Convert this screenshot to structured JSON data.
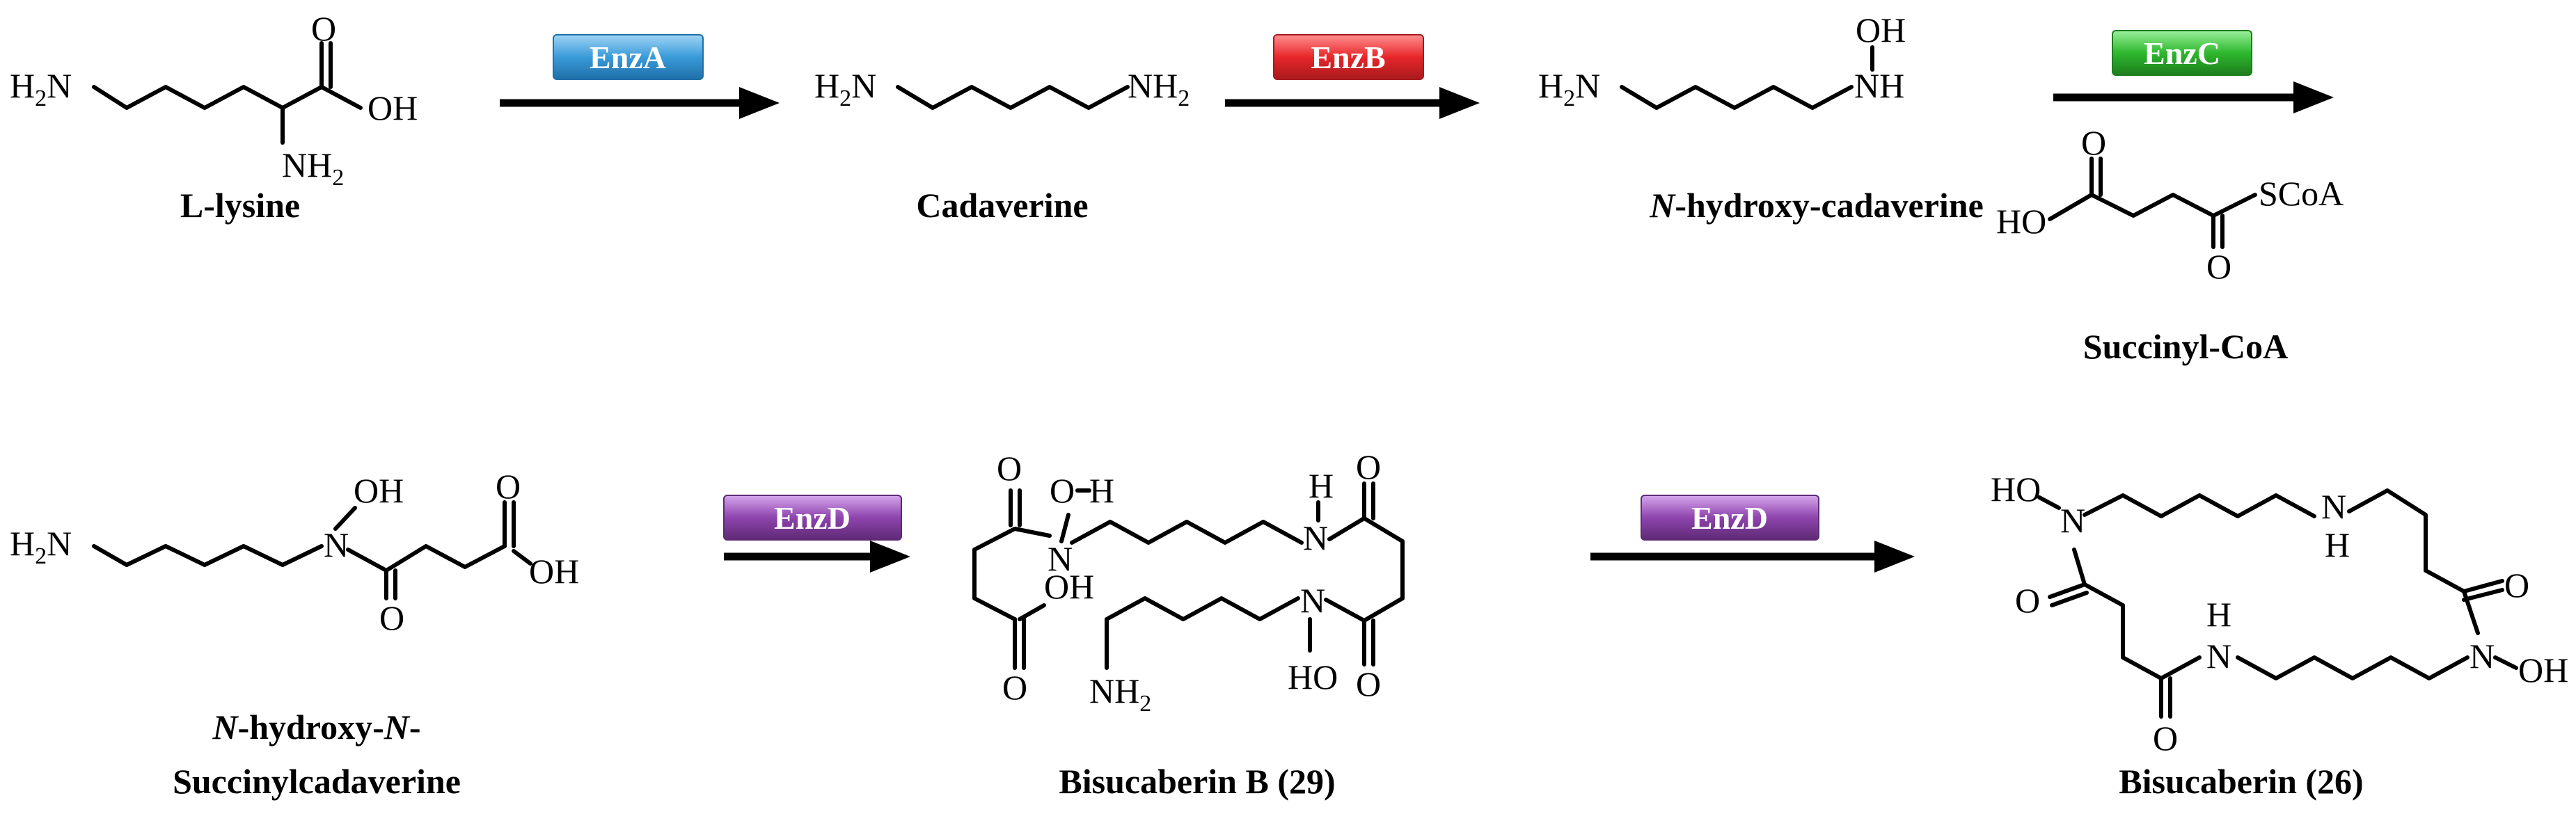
{
  "atoms": {
    "h2n": "H",
    "h2n_sub": "2",
    "h2n_n": "N",
    "nh2_n": "NH",
    "nh2_sub": "2",
    "oh": "OH",
    "ho": "HO",
    "o": "O",
    "n": "N",
    "h": "H",
    "nh": "NH",
    "scoa": "SCoA"
  },
  "compounds": {
    "lysine": "L-lysine",
    "cadaverine": "Cadaverine",
    "hydroxycadaverine_italic": "N",
    "hydroxycadaverine_rest": "-hydroxy-cadaverine",
    "succinylcoa": "Succinyl-CoA",
    "hsc_line1_n1": "N",
    "hsc_line1_mid": "-hydroxy-",
    "hsc_line1_n2": "N",
    "hsc_line1_end": "-",
    "hsc_line2": "Succinylcadaverine",
    "bisucaberin_b": "Bisucaberin B (29)",
    "bisucaberin": "Bisucaberin (26)"
  },
  "enzymes": {
    "a": {
      "label": "EnzA",
      "color": "#3a9bd9"
    },
    "b": {
      "label": "EnzB",
      "color": "#e8262a"
    },
    "c": {
      "label": "EnzC",
      "color": "#2eb82e"
    },
    "d1": {
      "label": "EnzD",
      "color": "#8e44ad"
    },
    "d2": {
      "label": "EnzD",
      "color": "#8e44ad"
    }
  }
}
